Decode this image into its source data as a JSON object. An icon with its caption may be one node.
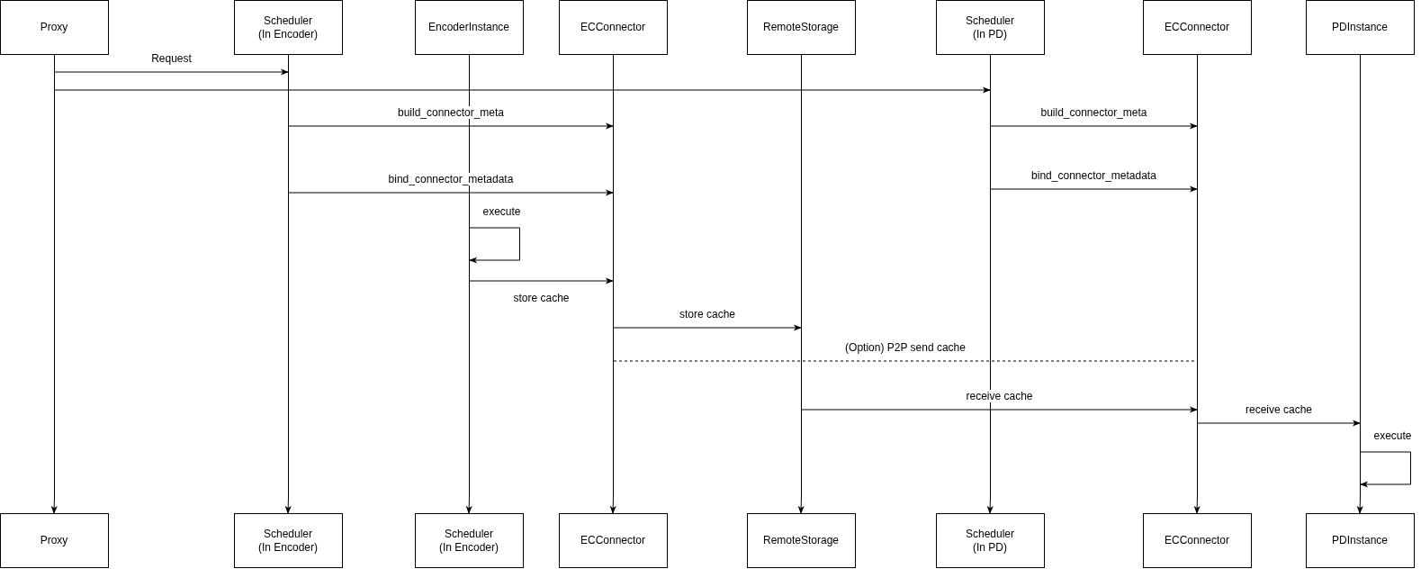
{
  "diagram": {
    "nodes": [
      {
        "text": [
          "Proxy"
        ]
      },
      {
        "text": [
          "Scheduler (In Encoder)"
        ]
      },
      {
        "text": [
          "EncoderInstance"
        ]
      },
      {
        "text": [
          "ECConnector"
        ]
      },
      {
        "text": [
          "RemoteStorage"
        ]
      },
      {
        "text": [
          "Scheduler (In PD)"
        ]
      },
      {
        "text": [
          "ECConnector"
        ]
      },
      {
        "text": [
          "PDInstance"
        ]
      },
      {
        "text": [
          "Proxy"
        ]
      },
      {
        "text": [
          "Scheduler (In Encoder)"
        ]
      },
      {
        "text": [
          "Scheduler (In Encoder)"
        ]
      },
      {
        "text": [
          "ECConnector"
        ]
      },
      {
        "text": [
          "RemoteStorage"
        ]
      },
      {
        "text": [
          "Scheduler (In PD)"
        ]
      },
      {
        "text": [
          "ECConnector"
        ]
      },
      {
        "text": [
          "PDInstance"
        ]
      },
      {
        "text": [],
        "shape": "line"
      },
      {
        "text": [],
        "shape": "line"
      },
      {
        "text": [],
        "shape": "line"
      },
      {
        "text": [],
        "shape": "line"
      },
      {
        "text": [],
        "shape": "line"
      },
      {
        "text": [],
        "shape": "line"
      },
      {
        "text": [],
        "shape": "line"
      },
      {
        "text": [],
        "shape": "line"
      }
    ],
    "edges": [
      {
        "from": 16,
        "to": 8,
        "arrow": "to"
      },
      {
        "from": 17,
        "to": 9,
        "arrow": "to"
      },
      {
        "from": 18,
        "to": 10,
        "arrow": "to"
      },
      {
        "from": 19,
        "to": 11,
        "arrow": "to"
      },
      {
        "from": 20,
        "to": 12,
        "arrow": "to"
      },
      {
        "from": 21,
        "to": 13,
        "arrow": "to"
      },
      {
        "from": 22,
        "to": 14,
        "arrow": "to"
      },
      {
        "from": 23,
        "to": 15,
        "arrow": "to"
      },
      {
        "from": 16,
        "to": 17,
        "arrow": "to",
        "label": "Request"
      },
      {
        "from": 16,
        "to": 21,
        "arrow": "to"
      },
      {
        "from": 17,
        "to": 19,
        "arrow": "to",
        "label": "build_connector_meta"
      },
      {
        "from": 21,
        "to": 22,
        "arrow": "to",
        "label": "build_connector_meta"
      },
      {
        "from": 17,
        "to": 19,
        "arrow": "to",
        "label": "bind_connector_metadata"
      },
      {
        "from": 21,
        "to": 22,
        "arrow": "to",
        "label": "bind_connector_metadata"
      },
      {
        "from": 18,
        "to": 18,
        "arrow": "to",
        "label": "execute"
      },
      {
        "from": 18,
        "to": 19,
        "arrow": "to",
        "label": "store cache"
      },
      {
        "from": 19,
        "to": 20,
        "arrow": "to",
        "label": "store cache"
      },
      {
        "from": 19,
        "to": 22,
        "arrow": "none",
        "label": "(Option) P2P send cache",
        "style": "dashed"
      },
      {
        "from": 20,
        "to": 22,
        "arrow": "to",
        "label": "receive cache"
      },
      {
        "from": 22,
        "to": 23,
        "arrow": "to",
        "label": "receive cache"
      },
      {
        "from": 23,
        "to": 23,
        "arrow": "to",
        "label": "execute"
      }
    ]
  }
}
